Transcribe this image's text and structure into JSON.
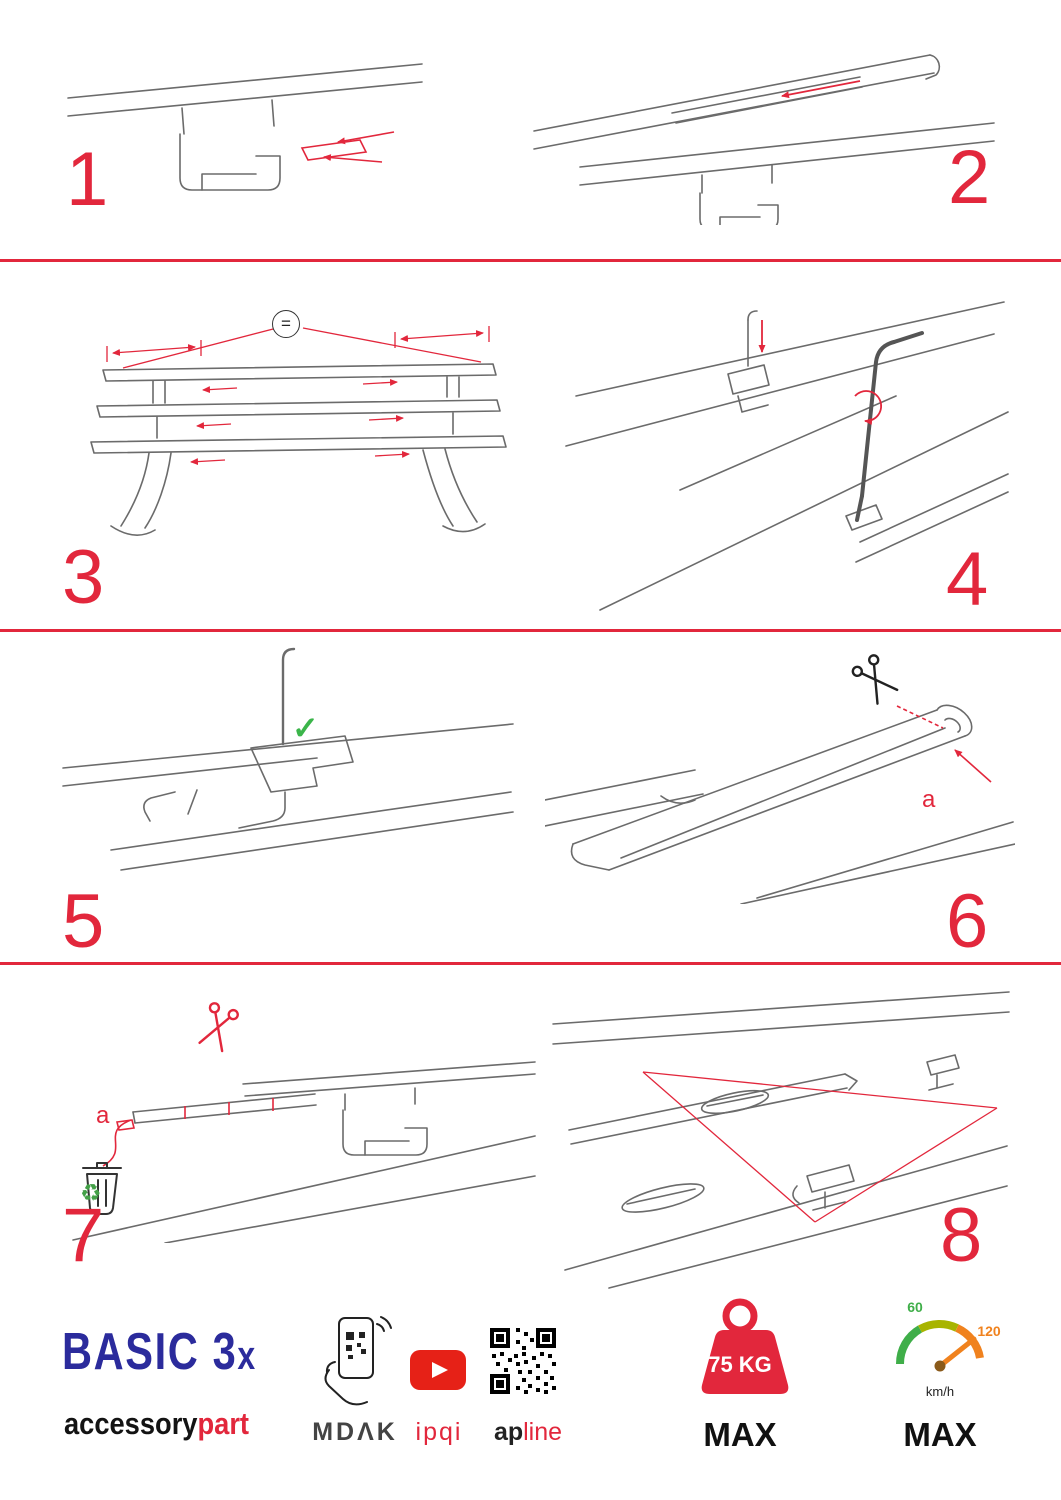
{
  "colors": {
    "accent_red": "#e2273c",
    "line_art_gray": "#6b6b6b",
    "brand_navy": "#2b2b9c",
    "youtube_red": "#e62117",
    "check_green": "#3bb54a",
    "recycle_green": "#43a047",
    "speed_green": "#3fae49",
    "speed_yellow": "#a8b400",
    "speed_orange": "#f0821e"
  },
  "steps": [
    {
      "num": "1"
    },
    {
      "num": "2"
    },
    {
      "num": "3"
    },
    {
      "num": "4"
    },
    {
      "num": "5"
    },
    {
      "num": "6"
    },
    {
      "num": "7"
    },
    {
      "num": "8"
    }
  ],
  "annotations": {
    "equals": "=",
    "letter_a": "a",
    "checkmark": "✓",
    "recycle": "♻"
  },
  "footer": {
    "product_main": "BASIC 3",
    "product_sub": "x",
    "brand_accessory": "accessory",
    "brand_part": "part",
    "logo_mdak": "MDΛK",
    "logo_ipqi": "ipqi",
    "logo_ap": "ap",
    "logo_line": "line",
    "weight": {
      "value": "75 KG",
      "max": "MAX"
    },
    "speed": {
      "low": "60",
      "high": "120",
      "unit": "km/h",
      "max": "MAX"
    }
  }
}
